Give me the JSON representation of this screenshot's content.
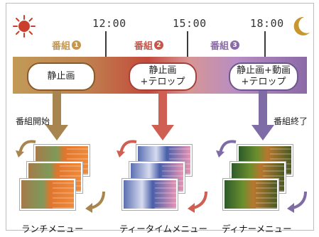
{
  "times": [
    "12:00",
    "15:00",
    "18:00"
  ],
  "programs": [
    {
      "label": "番組",
      "num": "1",
      "color": "#c4964f"
    },
    {
      "label": "番組",
      "num": "2",
      "color": "#c4564a"
    },
    {
      "label": "番組",
      "num": "3",
      "color": "#8a6aa8"
    }
  ],
  "contents": [
    {
      "line1": "静止画",
      "line2": ""
    },
    {
      "line1": "静止画",
      "line2": "+テロップ"
    },
    {
      "line1": "静止画+動画",
      "line2": "+テロップ"
    }
  ],
  "start_label": "番組開始",
  "end_label": "番組終了",
  "menus": [
    "ランチメニュー",
    "ティータイムメニュー",
    "ディナーメニュー"
  ],
  "colors": {
    "brown": "#a8844f",
    "red": "#cf5f52",
    "purple": "#7f6ba6",
    "sun": "#c8402d",
    "moon": "#c8962e"
  },
  "icons": [
    "sun-icon",
    "moon-icon"
  ]
}
